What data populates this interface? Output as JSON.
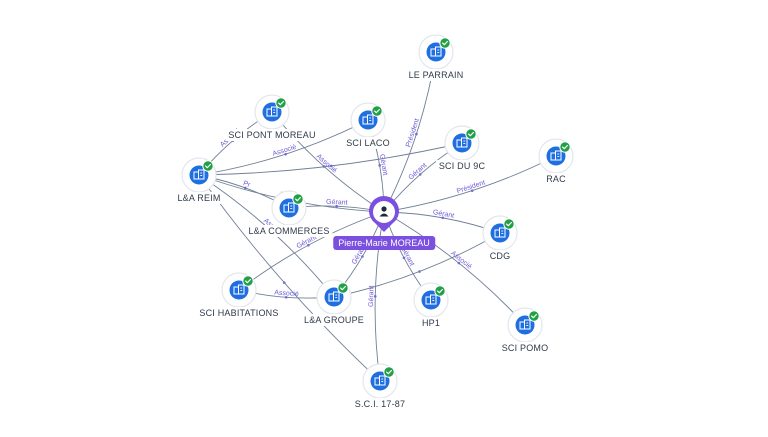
{
  "center": {
    "name": "Pierre-Marie MOREAU",
    "icon": "person-icon"
  },
  "colors": {
    "accent": "#7b4fe0",
    "company_icon": "#1f6fe0",
    "verified": "#22a045",
    "edge": "#6f7f95",
    "edge_label": "#6b58d6"
  },
  "nodes": [
    {
      "id": "le-parrain",
      "label": "LE PARRAIN",
      "icon": "building-icon",
      "verified": true
    },
    {
      "id": "sci-pont-moreau",
      "label": "SCI PONT MOREAU",
      "icon": "building-icon",
      "verified": true
    },
    {
      "id": "sci-laco",
      "label": "SCI LACO",
      "icon": "building-icon",
      "verified": true
    },
    {
      "id": "sci-du-9c",
      "label": "SCI DU 9C",
      "icon": "building-icon",
      "verified": true
    },
    {
      "id": "rac",
      "label": "RAC",
      "icon": "building-icon",
      "verified": true
    },
    {
      "id": "la-reim",
      "label": "L&A REIM",
      "icon": "building-icon",
      "verified": true
    },
    {
      "id": "la-commerces",
      "label": "L&A COMMERCES",
      "icon": "building-icon",
      "verified": true
    },
    {
      "id": "cdg",
      "label": "CDG",
      "icon": "building-icon",
      "verified": true
    },
    {
      "id": "sci-habitations",
      "label": "SCI HABITATIONS",
      "icon": "building-icon",
      "verified": true
    },
    {
      "id": "la-groupe",
      "label": "L&A GROUPE",
      "icon": "building-icon",
      "verified": true
    },
    {
      "id": "hp1",
      "label": "HP1",
      "icon": "building-icon",
      "verified": true
    },
    {
      "id": "sci-pomo",
      "label": "SCI POMO",
      "icon": "building-icon",
      "verified": true
    },
    {
      "id": "sci-17-87",
      "label": "S.C.I. 17-87",
      "icon": "building-icon",
      "verified": true
    }
  ],
  "edges": [
    {
      "from": "center",
      "to": "le-parrain",
      "label": "Président"
    },
    {
      "from": "center",
      "to": "sci-pont-moreau",
      "label": "Associé"
    },
    {
      "from": "center",
      "to": "sci-laco",
      "label": "Gérant"
    },
    {
      "from": "center",
      "to": "sci-du-9c",
      "label": "Gérant"
    },
    {
      "from": "center",
      "to": "rac",
      "label": "Président"
    },
    {
      "from": "center",
      "to": "la-reim",
      "label": "Associé"
    },
    {
      "from": "center",
      "to": "la-commerces",
      "label": "Gérant"
    },
    {
      "from": "center",
      "to": "cdg",
      "label": "Gérant"
    },
    {
      "from": "center",
      "to": "sci-habitations",
      "label": "Gérant"
    },
    {
      "from": "center",
      "to": "la-groupe",
      "label": "Gérant"
    },
    {
      "from": "center",
      "to": "hp1",
      "label": "Gérant"
    },
    {
      "from": "center",
      "to": "sci-pomo",
      "label": "Associé"
    },
    {
      "from": "center",
      "to": "sci-17-87",
      "label": "Gérant"
    },
    {
      "from": "la-reim",
      "to": "sci-pont-moreau",
      "label": "Associé"
    },
    {
      "from": "la-reim",
      "to": "sci-laco",
      "label": "Associé"
    },
    {
      "from": "la-reim",
      "to": "la-commerces",
      "label": "Pr"
    },
    {
      "from": "la-reim",
      "to": "sci-du-9c",
      "label": ""
    },
    {
      "from": "la-reim",
      "to": "la-groupe",
      "label": "Associé"
    },
    {
      "from": "la-reim",
      "to": "sci-17-87",
      "label": ""
    },
    {
      "from": "la-groupe",
      "to": "sci-habitations",
      "label": "Associé"
    },
    {
      "from": "la-groupe",
      "to": "cdg",
      "label": ""
    }
  ]
}
